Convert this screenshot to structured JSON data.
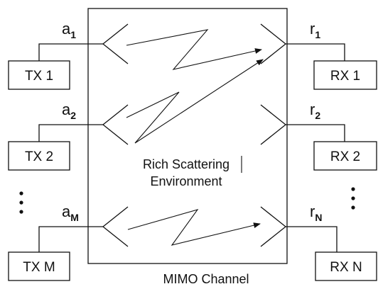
{
  "channel": {
    "title": "MIMO Channel",
    "environment_line1": "Rich Scattering",
    "environment_line2": "Environment"
  },
  "transmitters": [
    {
      "label": "TX  1",
      "port_main": "a",
      "port_sub": "1"
    },
    {
      "label": "TX  2",
      "port_main": "a",
      "port_sub": "2"
    },
    {
      "label": "TX  M",
      "port_main": "a",
      "port_sub": "M"
    }
  ],
  "receivers": [
    {
      "label": "RX  1",
      "port_main": "r",
      "port_sub": "1"
    },
    {
      "label": "RX  2",
      "port_main": "r",
      "port_sub": "2"
    },
    {
      "label": "RX  N",
      "port_main": "r",
      "port_sub": "N"
    }
  ],
  "colors": {
    "line": "#111111",
    "background": "#ffffff"
  }
}
